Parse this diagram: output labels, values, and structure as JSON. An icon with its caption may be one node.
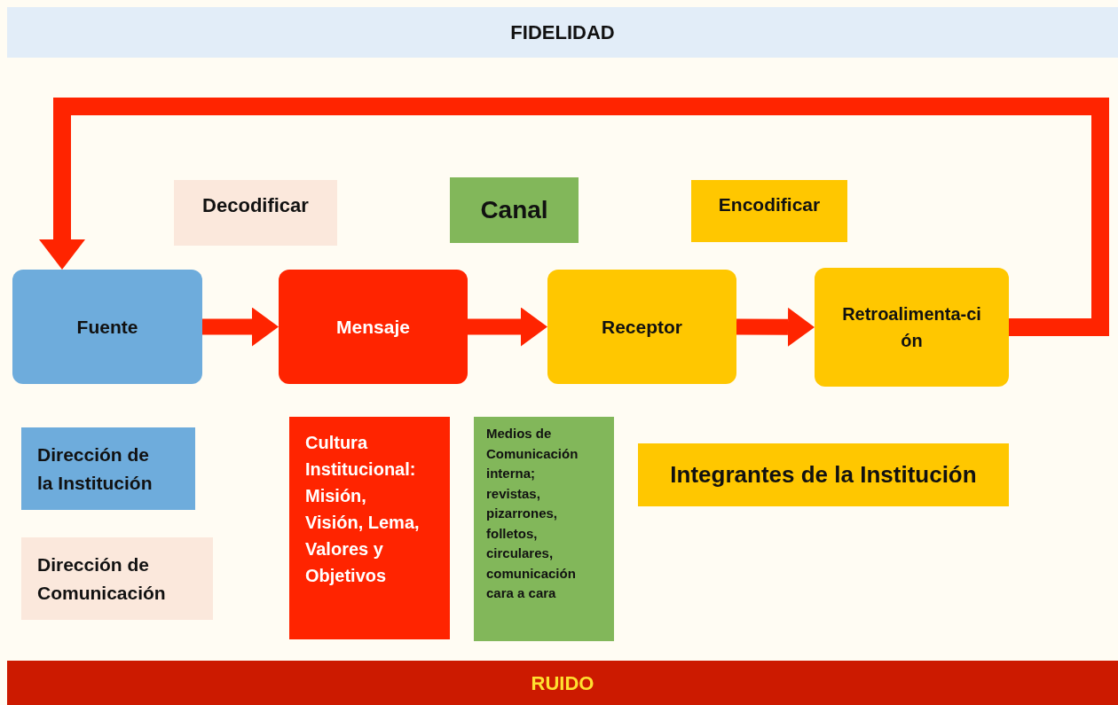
{
  "diagram": {
    "nodes": [
      {
        "text": [
          "FIDELIDAD"
        ]
      },
      {
        "text": [
          "Decodificar"
        ]
      },
      {
        "text": [
          "Canal"
        ]
      },
      {
        "text": [
          "Encodificar"
        ]
      },
      {
        "text": [
          "Fuente"
        ]
      },
      {
        "text": [
          "Mensaje"
        ]
      },
      {
        "text": [
          "Receptor"
        ]
      },
      {
        "text": [
          "Retroalimenta-ci ón"
        ]
      },
      {
        "text": [
          "Dirección de la Institución"
        ]
      },
      {
        "text": [
          "Dirección de Comunicación"
        ]
      },
      {
        "text": [
          "Cultura Institucional: Misión, Visión, Lema, Valores y Objetivos"
        ]
      },
      {
        "text": [
          "Medios de Comunicación interna; revistas, pizarrones, folletos, circulares, comunicación cara a cara"
        ]
      },
      {
        "text": [
          "Integrantes de la Institución"
        ]
      },
      {
        "text": [
          "RUIDO"
        ]
      }
    ],
    "edges": [
      {
        "from": 4,
        "to": 5,
        "arrow": "to"
      },
      {
        "from": 5,
        "to": 6,
        "arrow": "to"
      },
      {
        "from": 6,
        "to": 7,
        "arrow": "to"
      },
      {
        "from": 7,
        "to": 4,
        "arrow": "to"
      }
    ]
  }
}
